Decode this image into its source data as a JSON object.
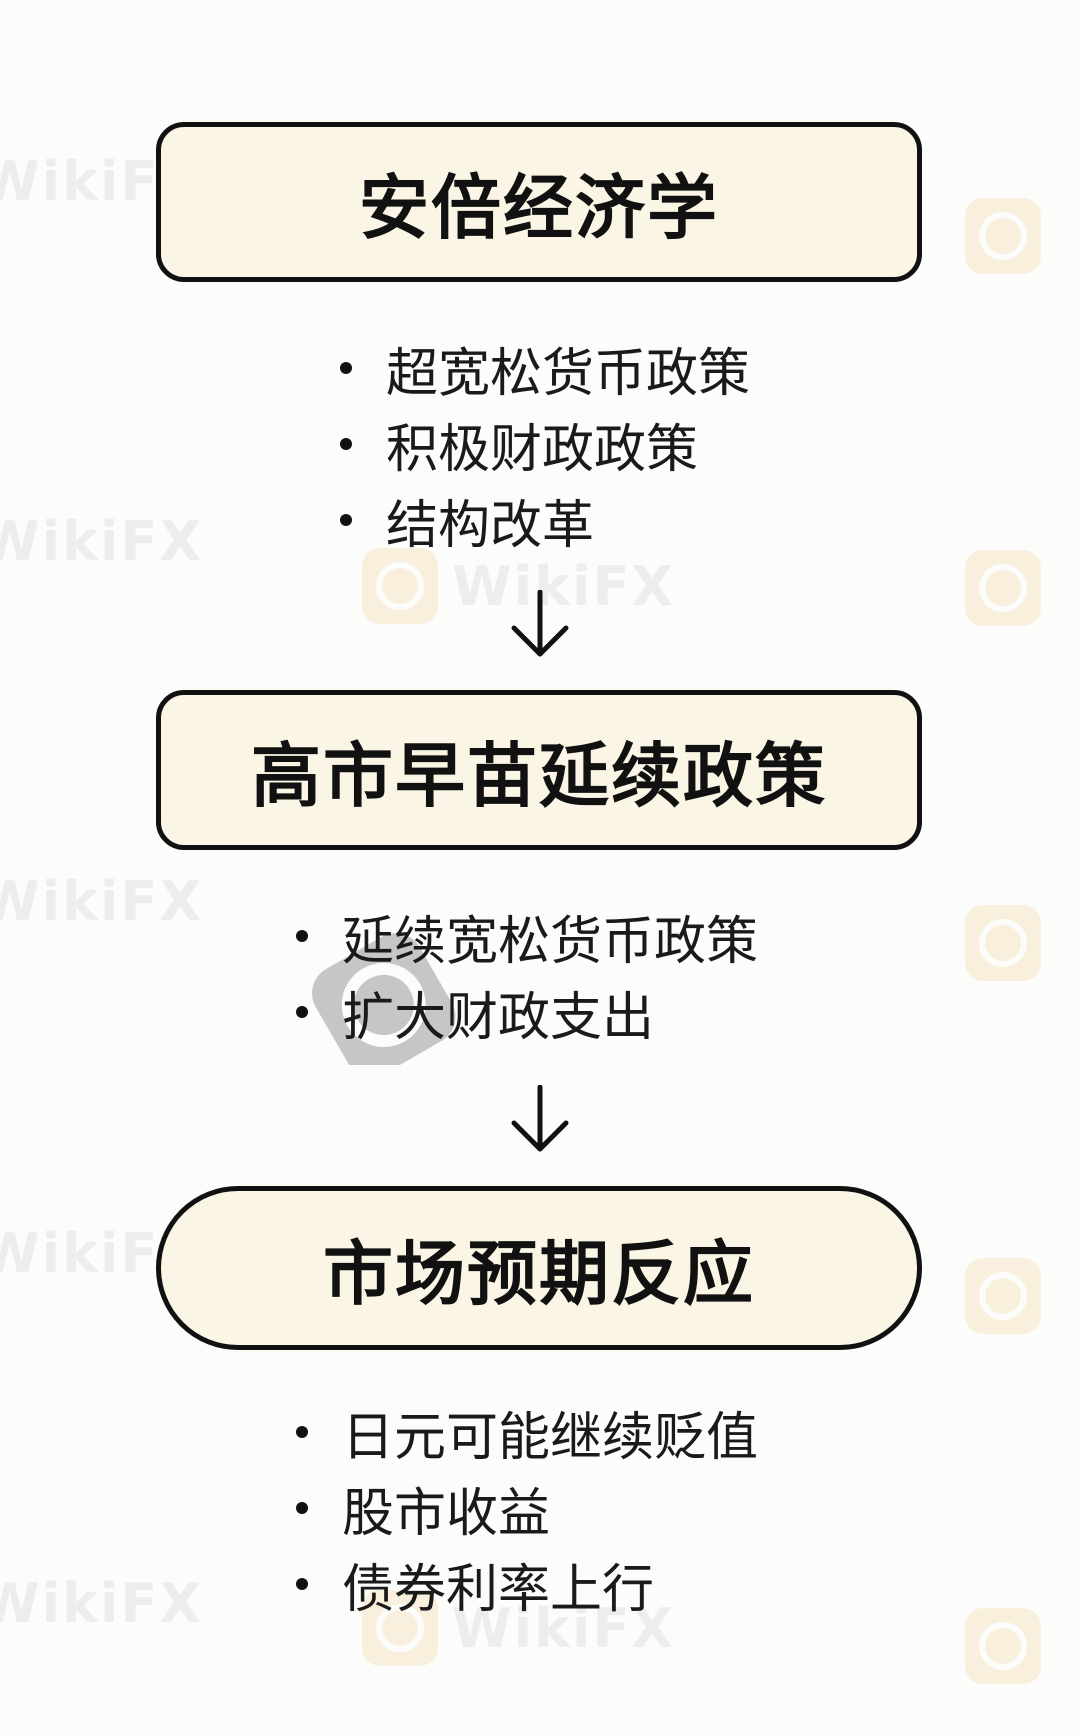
{
  "watermark": {
    "brand_text": "WikiFX",
    "logo_icon": "wikifx-logo-icon"
  },
  "flow": {
    "stages": [
      {
        "title": "安倍经济学",
        "bullets": [
          "超宽松货币政策",
          "积极财政政策",
          "结构改革"
        ]
      },
      {
        "title": "高市早苗延续政策",
        "bullets": [
          "延续宽松货币政策",
          "扩大财政支出"
        ]
      },
      {
        "title": "市场预期反应",
        "bullets": [
          "日元可能继续贬值",
          "股市收益",
          "债券利率上行"
        ]
      }
    ]
  },
  "colors": {
    "box_fill": "#faf5e4",
    "box_border": "#111111",
    "background": "#fcfcfa",
    "watermark_logo": "#f2c37a"
  }
}
